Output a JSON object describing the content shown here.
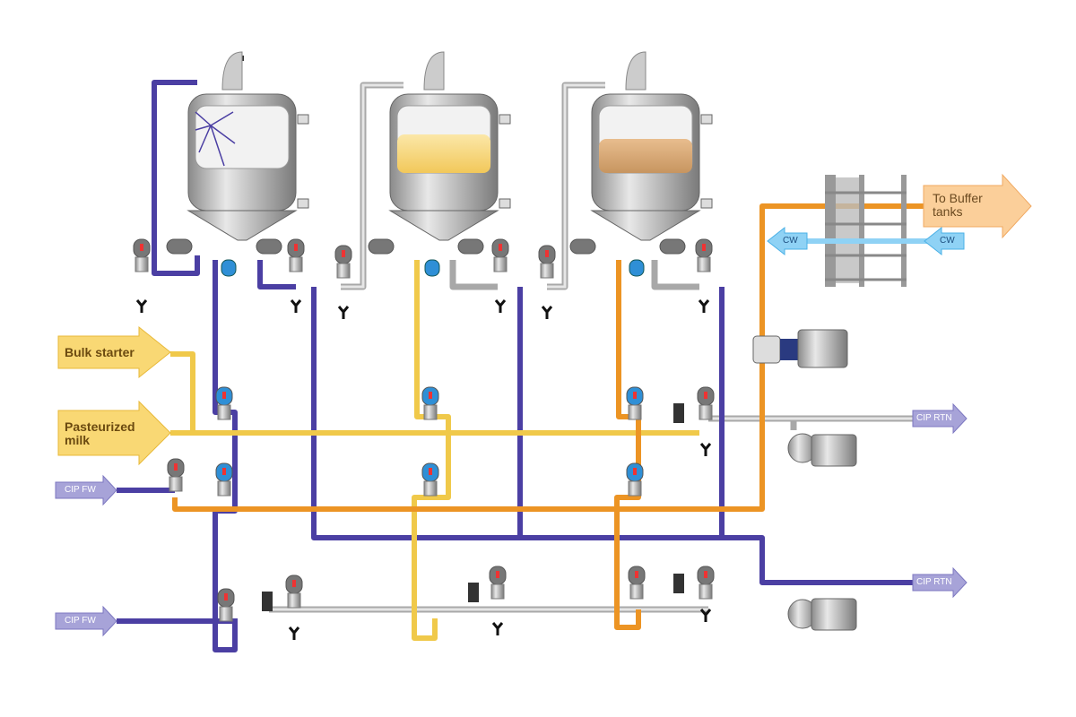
{
  "labels": {
    "bulk_starter": "Bulk starter",
    "pasteurized_milk": "Pasteurized milk",
    "cip_fw_top": "CIP FW",
    "cip_fw_bottom": "CIP FW",
    "cip_rtn_top": "CIP RTN",
    "cip_rtn_bottom": "CIP RTN",
    "to_buffer_tanks": "To Buffer tanks",
    "cw_in": "CW",
    "cw_out": "CW"
  },
  "colors": {
    "cip_pipe": "#4b3fa3",
    "milk_pipe": "#f6d36a",
    "product_pipe": "#f0a030",
    "idle_pipe": "#d8d8d8",
    "cooling_water": "#8fd2f5",
    "cip_arrow": "#a7a3d8",
    "starter_arrow": "#f9d874",
    "buffer_arrow": "#fbcf9a"
  },
  "tanks": [
    {
      "name": "tank-1",
      "state": "CIP cleaning"
    },
    {
      "name": "tank-2",
      "state": "filled with milk"
    },
    {
      "name": "tank-3",
      "state": "filled with product"
    }
  ]
}
